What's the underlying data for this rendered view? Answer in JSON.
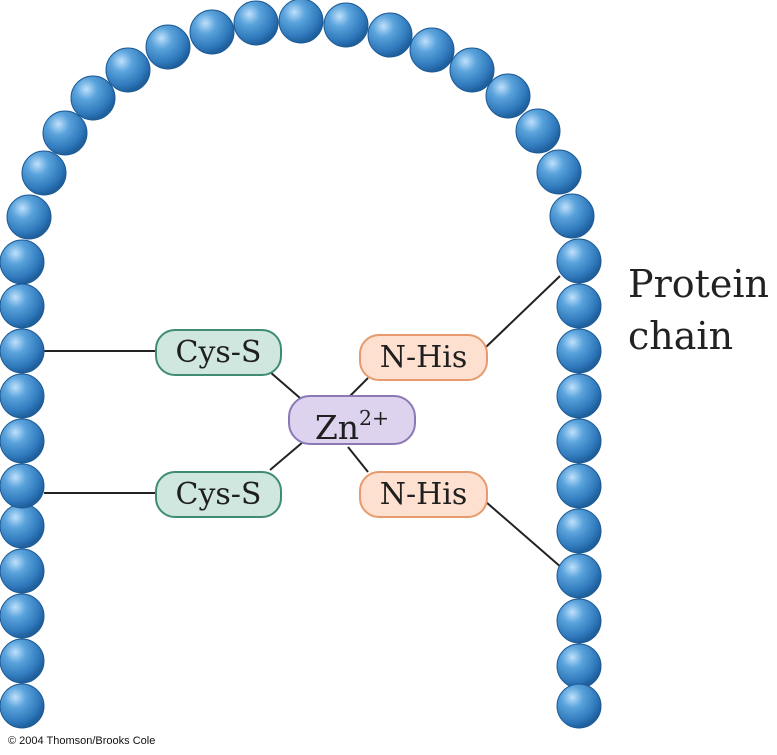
{
  "diagram": {
    "protein_label_line1": "Protein",
    "protein_label_line2": "chain",
    "ligands": {
      "cys_upper": "Cys-S",
      "cys_lower": "Cys-S",
      "his_upper": "N-His",
      "his_lower": "N-His"
    },
    "metal": {
      "base": "Zn",
      "charge": "2+"
    },
    "copyright": "© 2004 Thomson/Brooks Cole",
    "colors": {
      "bead": "#3b86c7",
      "bead_dark": "#1f5f9c",
      "cys_fill": "#cfe7de",
      "cys_border": "#3f8c72",
      "his_fill": "#fde0cf",
      "his_border": "#e79a6d",
      "zn_fill": "#ddd3ef",
      "zn_border": "#8b78b6",
      "bond": "#222222"
    }
  }
}
